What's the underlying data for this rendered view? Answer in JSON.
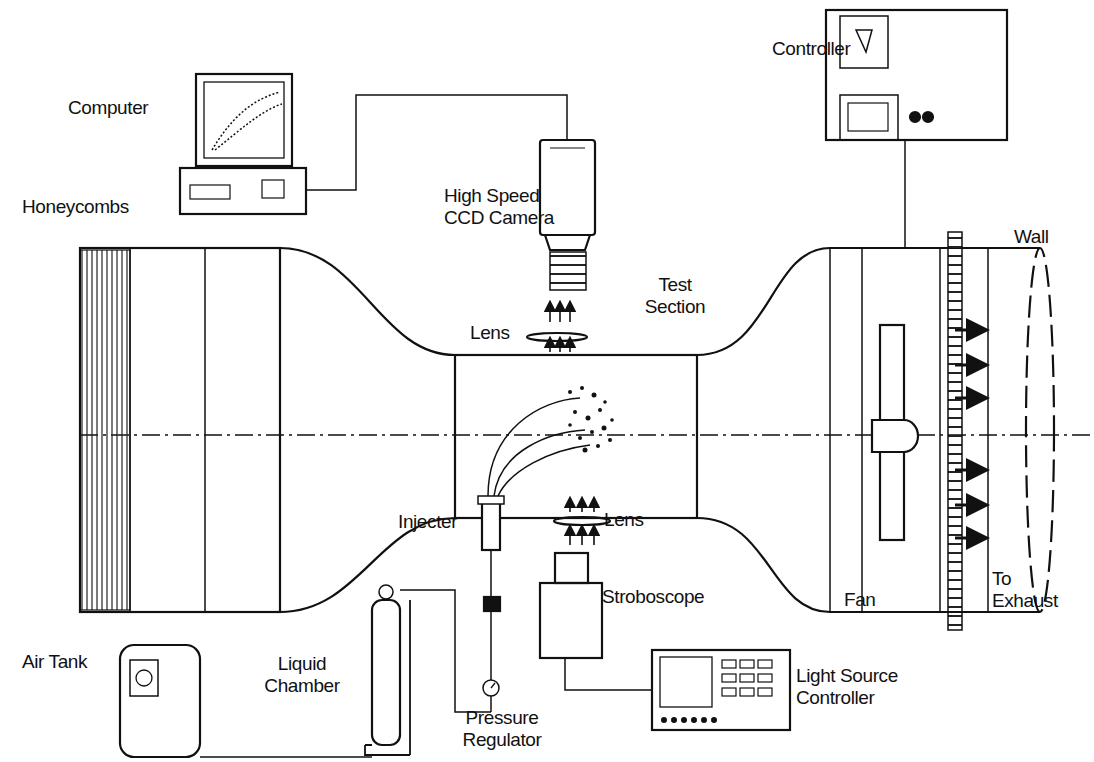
{
  "diagram": {
    "labels": [
      "Controller",
      "Computer",
      "Honeycombs",
      "High Speed CCD Camera",
      "Wall",
      "Test Section",
      "Lens",
      "Injecter",
      "Lens",
      "Stroboscope",
      "Fan",
      "To Exhaust",
      "Air Tank",
      "Liquid Chamber",
      "Pressure Regulator",
      "Light Source Controller"
    ]
  }
}
